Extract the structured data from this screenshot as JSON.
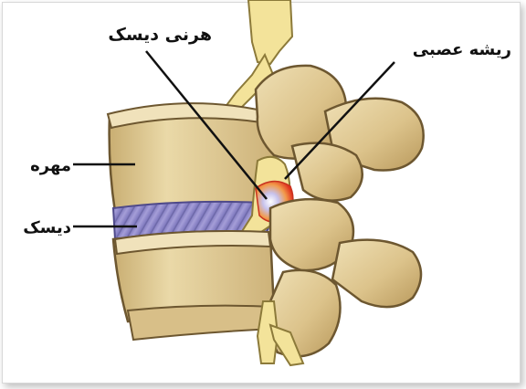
{
  "labels": {
    "herniated_disc": "هرنی دیسک",
    "nerve_root": "ریشه عصبی",
    "vertebra": "مهره",
    "disc": "دیسک"
  },
  "colors": {
    "bone_fill": "#e3cf9c",
    "bone_shadow": "#b79a5e",
    "bone_outline": "#6d5730",
    "disc_fill": "#8d86c8",
    "disc_stripes": "#5e5a99",
    "nerve_fill": "#f3e39a",
    "herniation_red": "#e8402c",
    "herniation_orange": "#f6a04a",
    "leader_line": "#111111"
  }
}
